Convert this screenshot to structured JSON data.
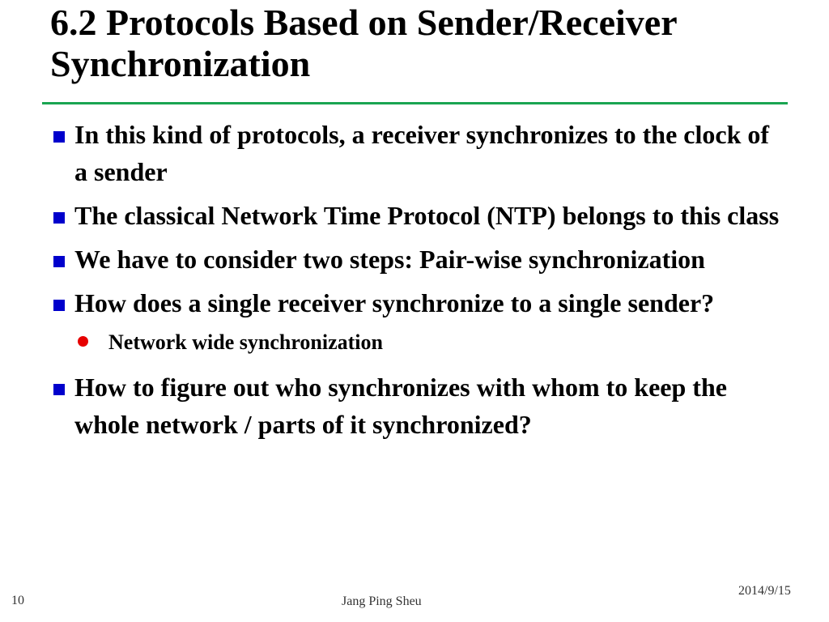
{
  "slide": {
    "title_line1": "6.2 Protocols Based on Sender/Receiver",
    "title_line2": "Synchronization",
    "bullets": [
      "In this kind of protocols, a receiver synchronizes to the clock of a sender",
      "The classical Network Time Protocol (NTP) belongs to this class",
      "We have to consider two steps: Pair-wise synchronization",
      "How does a single receiver synchronize to a single sender?",
      "How to figure out who synchronizes with whom to keep the whole network / parts of it synchronized?"
    ],
    "sub_bullet": "Network wide synchronization"
  },
  "footer": {
    "page_number": "10",
    "author": "Jang Ping Sheu",
    "date": "2014/9/15"
  },
  "colors": {
    "rule": "#1aa551",
    "square_bullet": "#0000cc",
    "round_bullet": "#e60000"
  }
}
